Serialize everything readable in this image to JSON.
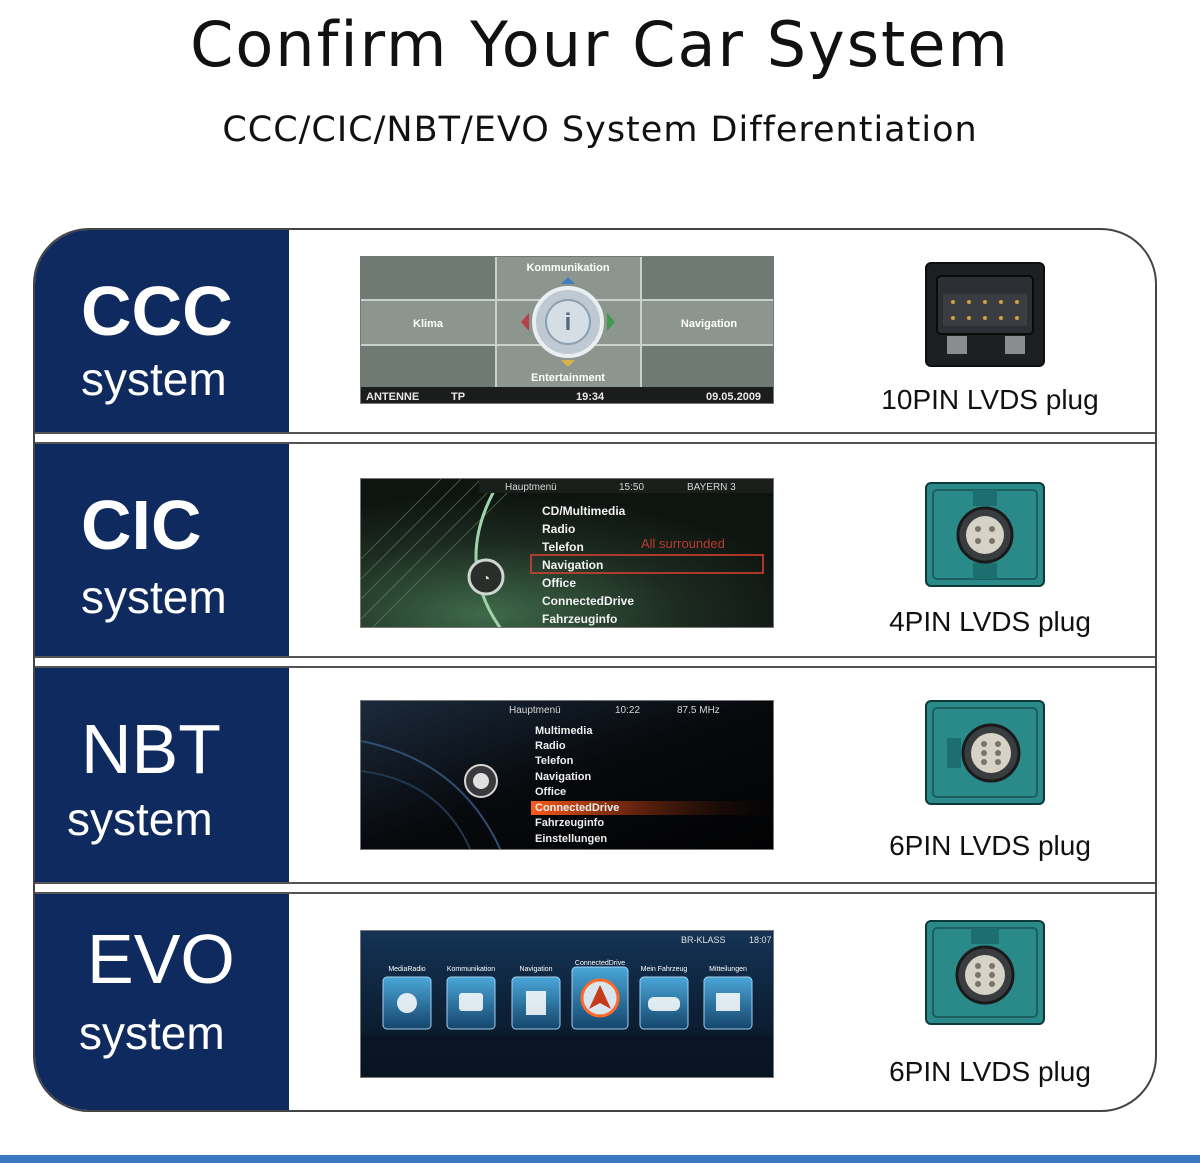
{
  "header": {
    "title": "Confirm Your Car System",
    "subtitle": "CCC/CIC/NBT/EVO System Differentiation"
  },
  "rows": [
    {
      "name": "CCC",
      "word": "system",
      "plug_label": "10PIN LVDS plug",
      "screen": {
        "top": "Kommunikation",
        "left": "Klima",
        "right": "Navigation",
        "bottom": "Entertainment",
        "status_left": "ANTENNE",
        "status_tp": "TP",
        "status_time": "19:34",
        "status_date": "09.05.2009"
      }
    },
    {
      "name": "CIC",
      "word": "system",
      "plug_label": "4PIN LVDS plug",
      "screen": {
        "header": "Hauptmenü",
        "time": "15:50",
        "station": "BAYERN 3",
        "items": [
          "CD/Multimedia",
          "Radio",
          "Telefon",
          "Navigation",
          "Office",
          "ConnectedDrive",
          "Fahrzeuginfo"
        ],
        "note": "All surrounded"
      }
    },
    {
      "name": "NBT",
      "word": "system",
      "plug_label": "6PIN LVDS plug",
      "screen": {
        "header": "Hauptmenü",
        "time": "10:22",
        "freq": "87.5 MHz",
        "items": [
          "Multimedia",
          "Radio",
          "Telefon",
          "Navigation",
          "Office",
          "ConnectedDrive",
          "Fahrzeuginfo",
          "Einstellungen"
        ]
      }
    },
    {
      "name": "EVO",
      "word": "system",
      "plug_label": "6PIN LVDS plug",
      "screen": {
        "status": "BR-KLASS",
        "time": "18:07",
        "tiles": [
          "MediaRadio",
          "Kommunikation",
          "Navigation",
          "ConnectedDrive",
          "Mein Fahrzeug",
          "Mitteilungen"
        ]
      }
    }
  ],
  "colors": {
    "label_bg": "#0f2a5e",
    "plug_teal": "#2a8a8a",
    "bottom_bar": "#3c78c0"
  }
}
